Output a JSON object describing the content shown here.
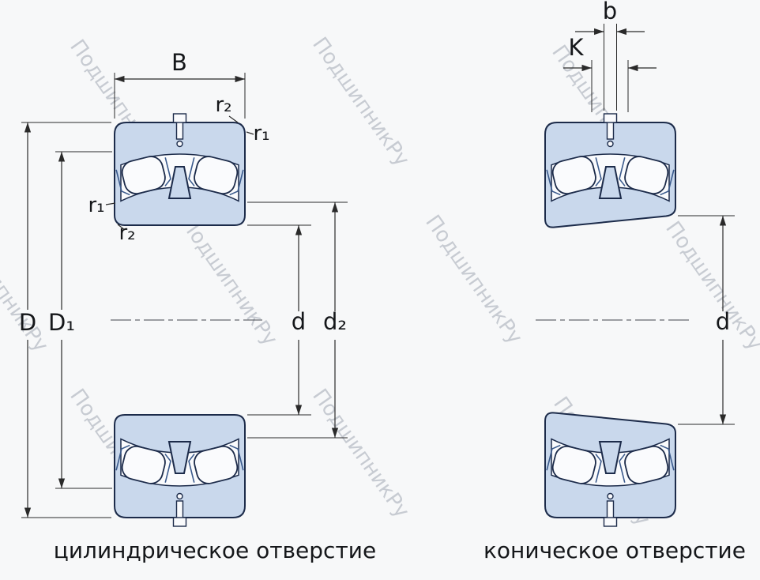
{
  "watermark": {
    "text": "ПодшипникРу"
  },
  "left_view": {
    "caption": "цилиндрическое отверстие",
    "dims": {
      "B": "B",
      "r2_top": "r₂",
      "r1_top": "r₁",
      "r1_side": "r₁",
      "r2_side": "r₂",
      "D": "D",
      "D1": "D₁",
      "d": "d",
      "d2": "d₂"
    }
  },
  "right_view": {
    "caption": "коническое отверстие",
    "dims": {
      "b": "b",
      "K": "K",
      "d": "d"
    }
  },
  "colors": {
    "background": "#f7f8f9",
    "ring_fill": "#c9d8ec",
    "outline": "#1c2b4a",
    "dimension": "#2a2a2a",
    "watermark": "#bcc1c9",
    "text": "#15171a"
  }
}
